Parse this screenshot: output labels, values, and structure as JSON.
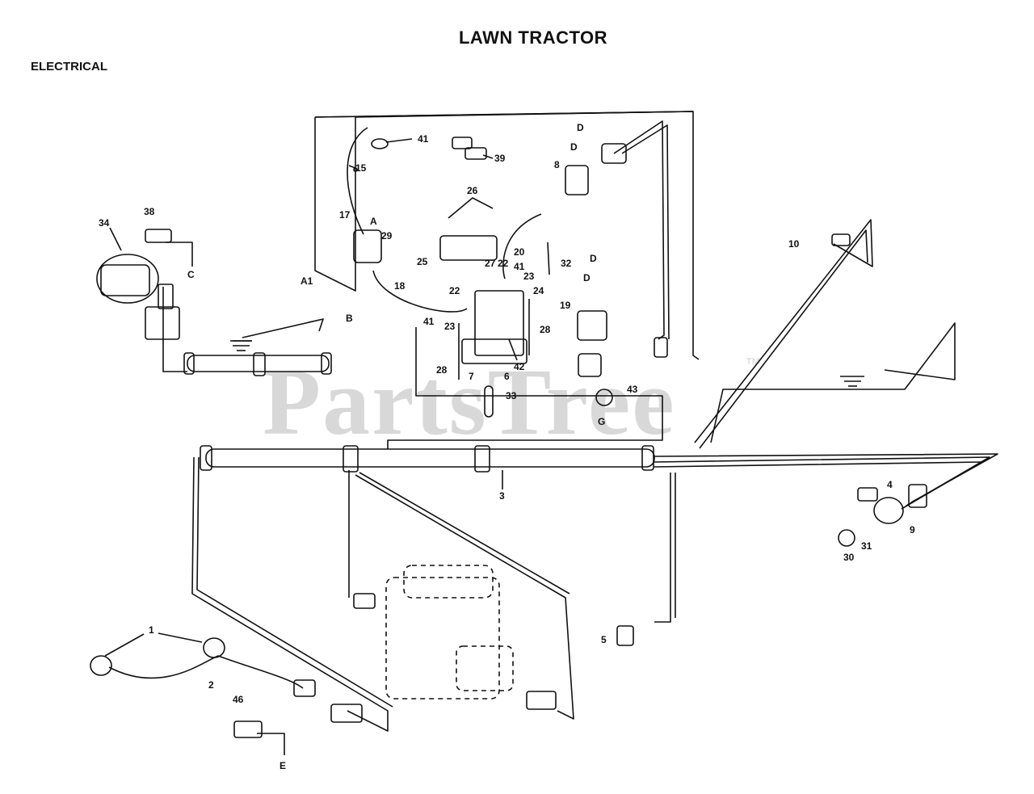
{
  "title": "LAWN TRACTOR",
  "section": "ELECTRICAL",
  "watermark": "PartsTree",
  "watermark_mark": "™",
  "callouts": [
    {
      "id": "c41a",
      "label": "41"
    },
    {
      "id": "c39",
      "label": "39"
    },
    {
      "id": "cD1",
      "label": "D"
    },
    {
      "id": "cD2",
      "label": "D"
    },
    {
      "id": "c8",
      "label": "8"
    },
    {
      "id": "c15",
      "label": "15"
    },
    {
      "id": "c26",
      "label": "26"
    },
    {
      "id": "c17",
      "label": "17"
    },
    {
      "id": "cA",
      "label": "A"
    },
    {
      "id": "c29",
      "label": "29"
    },
    {
      "id": "c34",
      "label": "34"
    },
    {
      "id": "c38",
      "label": "38"
    },
    {
      "id": "cC",
      "label": "C"
    },
    {
      "id": "c25",
      "label": "25"
    },
    {
      "id": "c20",
      "label": "20"
    },
    {
      "id": "c27",
      "label": "27"
    },
    {
      "id": "c22a",
      "label": "22"
    },
    {
      "id": "c41b",
      "label": "41"
    },
    {
      "id": "c23a",
      "label": "23"
    },
    {
      "id": "c32",
      "label": "32"
    },
    {
      "id": "cD3",
      "label": "D"
    },
    {
      "id": "cD4",
      "label": "D"
    },
    {
      "id": "cA1",
      "label": "A1"
    },
    {
      "id": "c18",
      "label": "18"
    },
    {
      "id": "c22b",
      "label": "22"
    },
    {
      "id": "c24",
      "label": "24"
    },
    {
      "id": "c19",
      "label": "19"
    },
    {
      "id": "cB",
      "label": "B"
    },
    {
      "id": "c41c",
      "label": "41"
    },
    {
      "id": "c23b",
      "label": "23"
    },
    {
      "id": "c28a",
      "label": "28"
    },
    {
      "id": "c28b",
      "label": "28"
    },
    {
      "id": "c7",
      "label": "7"
    },
    {
      "id": "c6",
      "label": "6"
    },
    {
      "id": "c42",
      "label": "42"
    },
    {
      "id": "c43",
      "label": "43"
    },
    {
      "id": "c33",
      "label": "33"
    },
    {
      "id": "cG",
      "label": "G"
    },
    {
      "id": "c10",
      "label": "10"
    },
    {
      "id": "c3",
      "label": "3"
    },
    {
      "id": "c4",
      "label": "4"
    },
    {
      "id": "c9",
      "label": "9"
    },
    {
      "id": "c30",
      "label": "30"
    },
    {
      "id": "c31",
      "label": "31"
    },
    {
      "id": "c1",
      "label": "1"
    },
    {
      "id": "c2",
      "label": "2"
    },
    {
      "id": "c5",
      "label": "5"
    },
    {
      "id": "c46",
      "label": "46"
    },
    {
      "id": "cE",
      "label": "E"
    }
  ]
}
